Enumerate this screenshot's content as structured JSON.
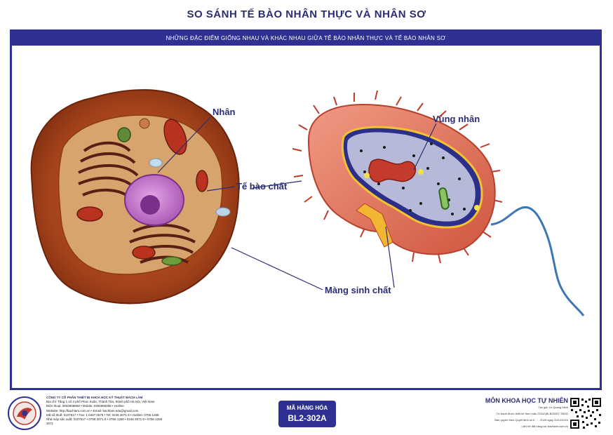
{
  "title": "SO SÁNH TẾ BÀO NHÂN  THỰC VÀ NHÂN SƠ",
  "subtitle": "NHỮNG ĐẶC ĐIỂM GIỐNG NHAU VÀ KHÁC NHAU GIỮA TẾ BÀO NHÂN THỰC VÀ TẾ BÀO NHÂN SƠ",
  "labels": {
    "nucleus": "Nhân",
    "cytoplasm": "Tế bào chất",
    "membrane": "Màng sinh chất",
    "nucleoid": "Vùng nhân"
  },
  "footer": {
    "company_name": "CÔNG TY CỔ PHẦN THIẾT BỊ KHOA HỌC KỸ THUẬT BÁCH LÂM",
    "company_lines": [
      "Địa chỉ: Tầng 1 số 3 phố Phúc Xuân, Thành Tân, thành phố Hà Nội, Việt Nam",
      "Điện thoại: 0934608858  •  Mobile: 0394968288  •  Hotline",
      "Website: http://bachlam.com.vn  •  Email: bachlam.edu@gmail.com",
      "Mã số thuế: 0107617 • Fax: 1 0467 0678 • Tel: 0246 3071 8 • Hotline: 0756 1258",
      "Nhà máy sản xuất: 0107617 • 0756 3071 8 • 0756 1258 • 0246 3071 8 • 0756 1258 3071"
    ],
    "product_code_label": "MÃ HÀNG HÓA",
    "product_code": "BL2-302A",
    "subject": "MÔN KHOA HỌC TỰ NHIÊN",
    "meta_lines": [
      "Tác giả: Lê Quang Minh",
      "Tờ tranh được thiết kế theo mẫu 2024/QĐ-BGDĐT-TBGD",
      "Bản quyền theo Quyết định số 6 . . . 2025 ngày 20/12/2024",
      "Liên hệ đặt hàng tại: bachlam.com.vn"
    ]
  },
  "colors": {
    "navy": "#2e3192",
    "label": "#2b2d72",
    "cell_outer": "#9b3a16",
    "cell_inner": "#d59f6a",
    "bacteria_wall": "#e07860",
    "nucleus": "#b970c0"
  }
}
